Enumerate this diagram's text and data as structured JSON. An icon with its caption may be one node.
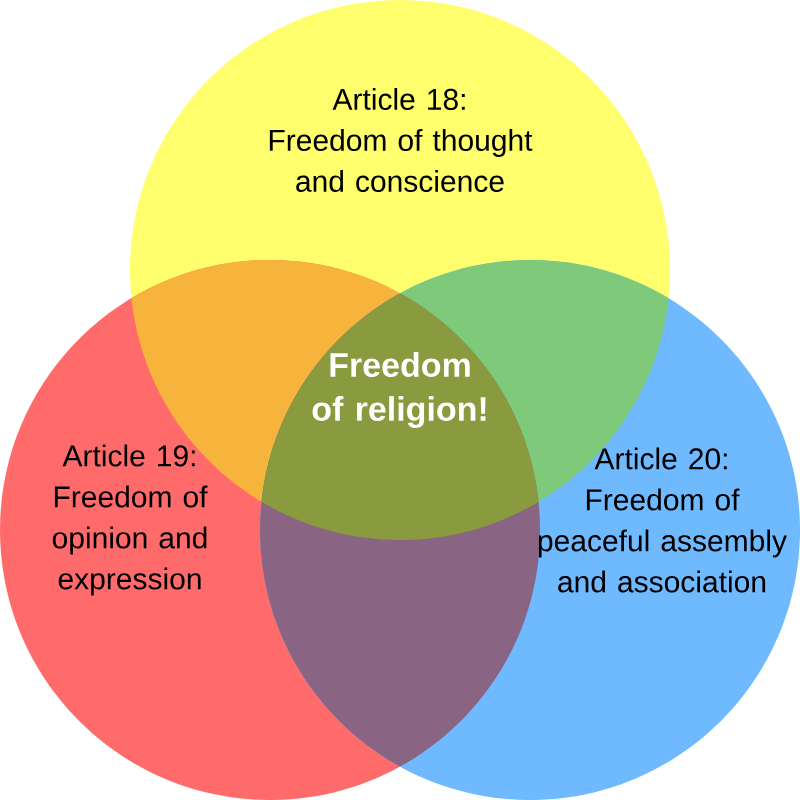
{
  "diagram": {
    "nodes": [
      {
        "text": [
          "Article 18:",
          "Freedom of thought and conscience"
        ]
      },
      {
        "text": [
          "Article 19:",
          "Freedom of opinion and expression"
        ]
      },
      {
        "text": [
          "Article 20:",
          "Freedom of peaceful assembly and association"
        ]
      }
    ],
    "labels": [
      "Freedom of religion!"
    ]
  }
}
